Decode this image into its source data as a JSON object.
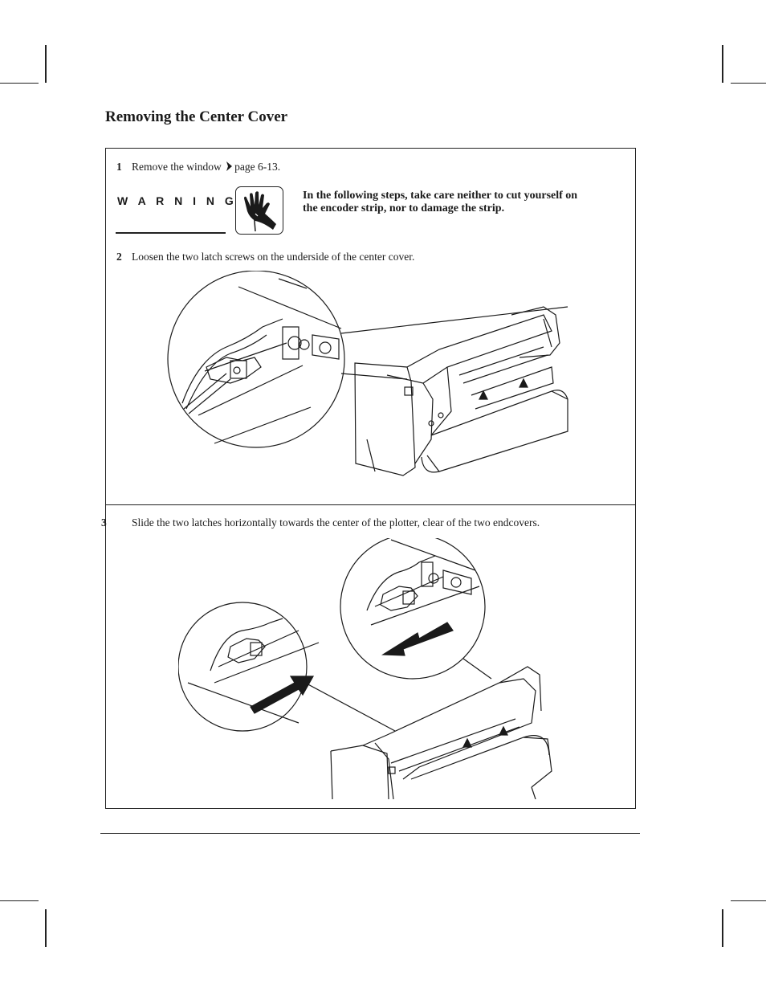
{
  "page": {
    "title": "Removing the Center Cover"
  },
  "steps": [
    {
      "number": "1",
      "text": "Remove the window",
      "link_icon": "arrow-right-icon",
      "link_text": "page 6-13."
    },
    {
      "number": "2",
      "text": "Loosen the two latch screws on the underside of the center cover."
    },
    {
      "number": "3",
      "text": "Slide the two latches horizontally towards the center of the plotter, clear of the two endcovers."
    }
  ],
  "warning": {
    "label": "W A R N I N G",
    "icon": "cut-hand-icon",
    "text": "In the following steps, take care neither to cut yourself on the encoder strip, nor to damage the strip."
  },
  "illustrations": [
    {
      "name": "latch-screw-illustration",
      "icon": "plotter-latch-screw-diagram"
    },
    {
      "name": "latch-slide-illustration",
      "icon": "plotter-latch-slide-diagram"
    }
  ]
}
